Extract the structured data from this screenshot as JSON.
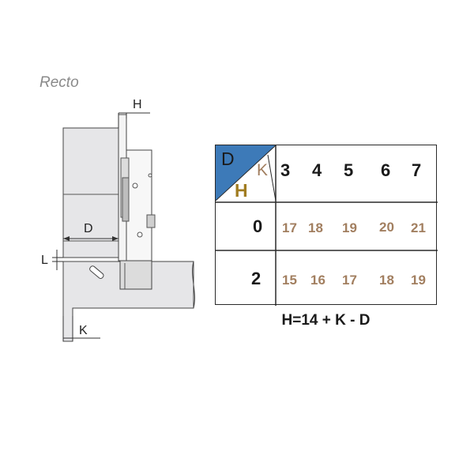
{
  "title": "Recto",
  "drawing": {
    "label_h": "H",
    "label_d": "D",
    "label_l": "L",
    "label_k": "K"
  },
  "table": {
    "corner": {
      "d": "D",
      "k": "K",
      "h": "H"
    },
    "k_values": [
      "3",
      "4",
      "5",
      "6",
      "7"
    ],
    "rows": [
      {
        "d_value": "0",
        "h_values": [
          "17",
          "18",
          "19",
          "20",
          "21"
        ]
      },
      {
        "d_value": "2",
        "h_values": [
          "15",
          "16",
          "17",
          "18",
          "19"
        ]
      }
    ]
  },
  "formula": "H=14 + K - D",
  "colors": {
    "corner_blue": "#3d7ab8",
    "h_gold": "#a07c20",
    "k_brown": "#a27f60",
    "value_color": "#a27f60",
    "panel_gray": "#e6e6e8"
  }
}
